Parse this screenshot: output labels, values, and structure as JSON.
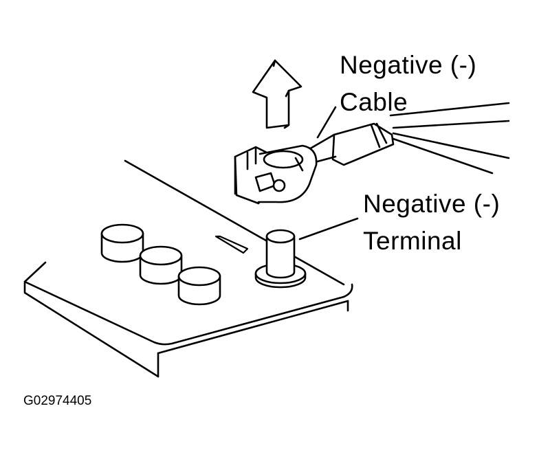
{
  "labels": {
    "cable_line1": "Negative (-)",
    "cable_line2": "Cable",
    "terminal_line1": "Negative (-)",
    "terminal_line2": "Terminal"
  },
  "figure_code": "G02974405",
  "colors": {
    "ink": "#000000",
    "paper": "#ffffff"
  },
  "icons": {
    "direction_arrow": "up-arrow-icon"
  }
}
